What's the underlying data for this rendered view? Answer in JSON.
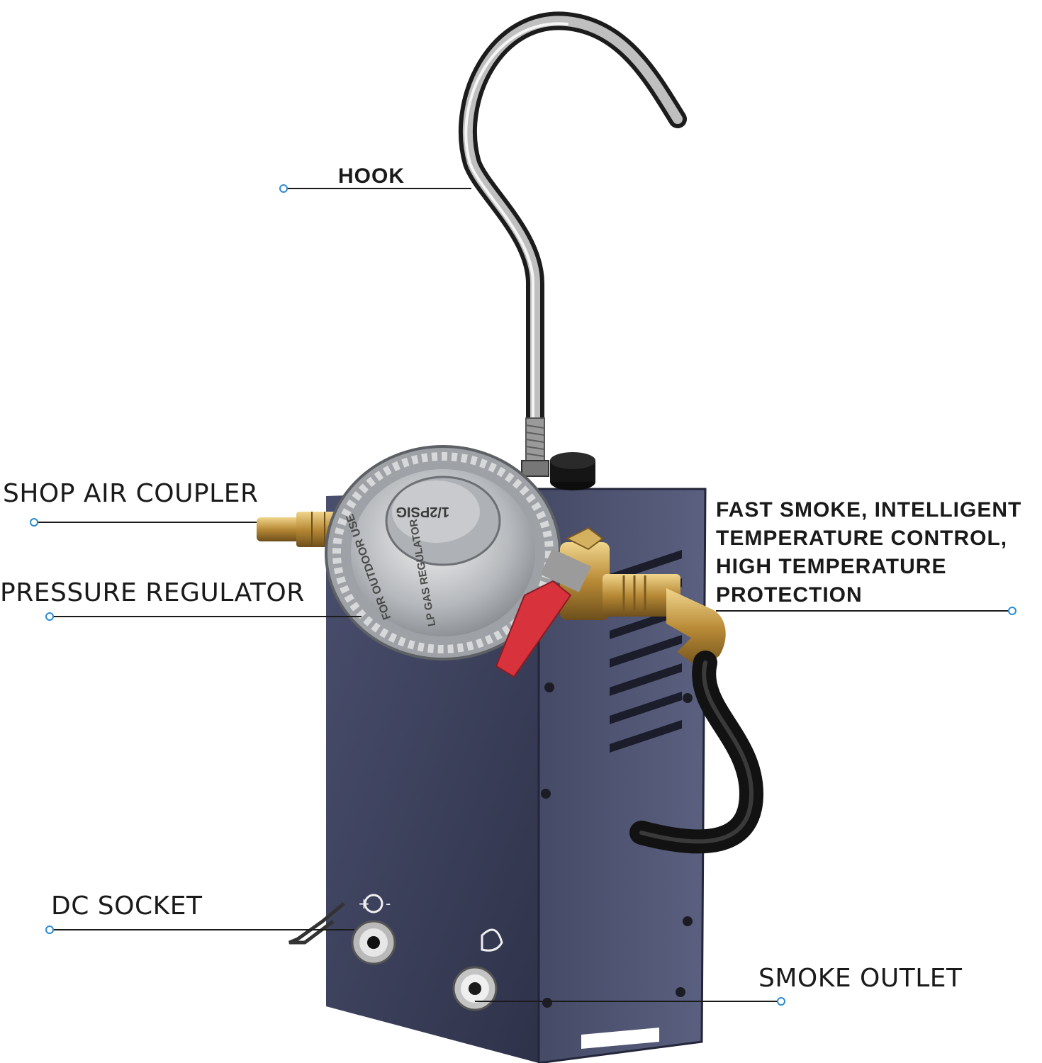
{
  "callouts": {
    "hook": "HOOK",
    "shop_air_coupler": "SHOP AIR COUPLER",
    "pressure_regulator": "PRESSURE REGULATOR",
    "dc_socket": "DC SOCKET",
    "smoke_outlet": "SMOKE OUTLET",
    "feature_lines": [
      "FAST SMOKE,  INTELLIGENT",
      "TEMPERATURE  CONTROL,",
      "HIGH TEMPERATURE",
      "PROTECTION"
    ]
  },
  "regulator_face": {
    "pressure_rating": "1/2PSIG",
    "rim_text_1": "FOR OUTDOOR USE",
    "rim_text_2": "LP GAS REGULATOR"
  },
  "colors": {
    "housing": "#3a3f5c",
    "callout_line": "#1a1a1a",
    "callout_dot": "#2a8bd0",
    "brass": "#c9a253",
    "valve_handle": "#d8323c"
  }
}
